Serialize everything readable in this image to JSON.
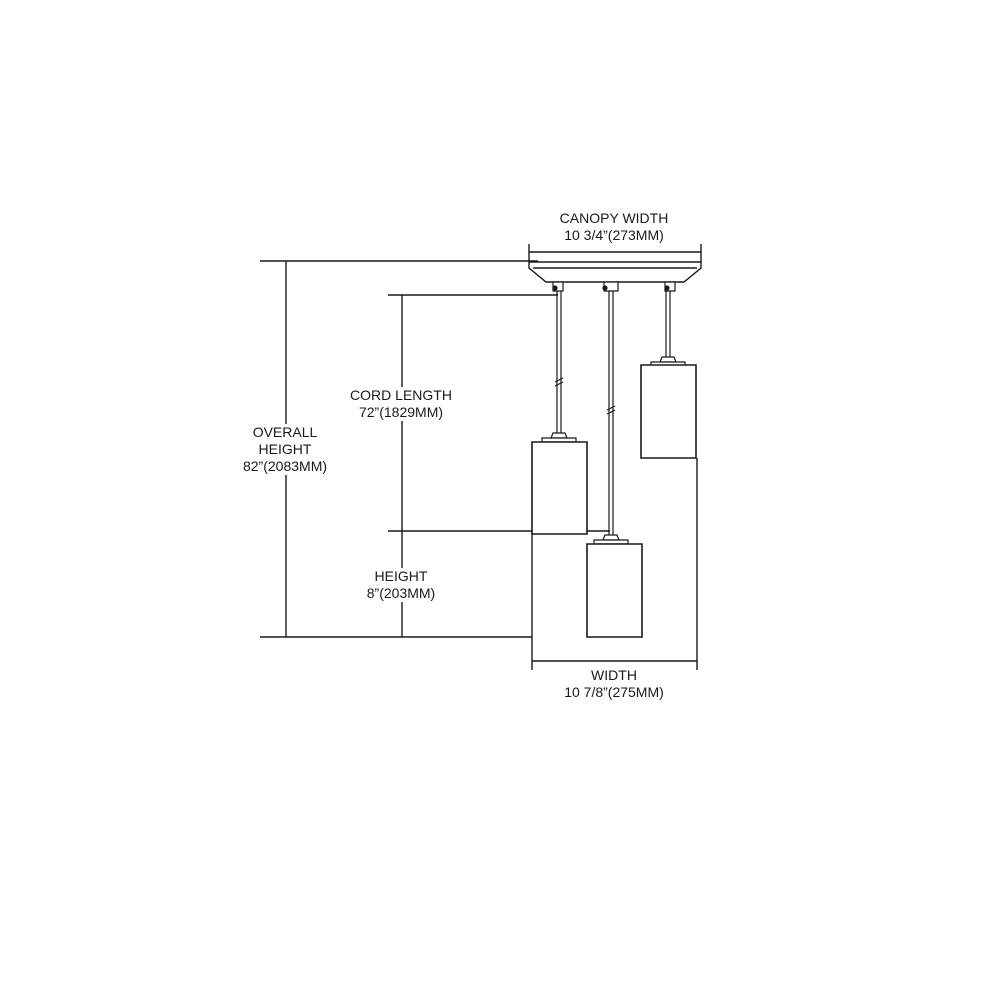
{
  "labels": {
    "canopy_width": {
      "title": "CANOPY WIDTH",
      "value": "10 3/4”(273MM)"
    },
    "cord_length": {
      "title": "CORD LENGTH",
      "value": "72”(1829MM)"
    },
    "overall_height": {
      "title_line1": "OVERALL",
      "title_line2": "HEIGHT",
      "value": "82”(2083MM)"
    },
    "height": {
      "title": "HEIGHT",
      "value": "8”(203MM)"
    },
    "width": {
      "title": "WIDTH",
      "value": "10 7/8”(275MM)"
    }
  },
  "colors": {
    "line": "#1a1a1a",
    "background": "#ffffff"
  }
}
